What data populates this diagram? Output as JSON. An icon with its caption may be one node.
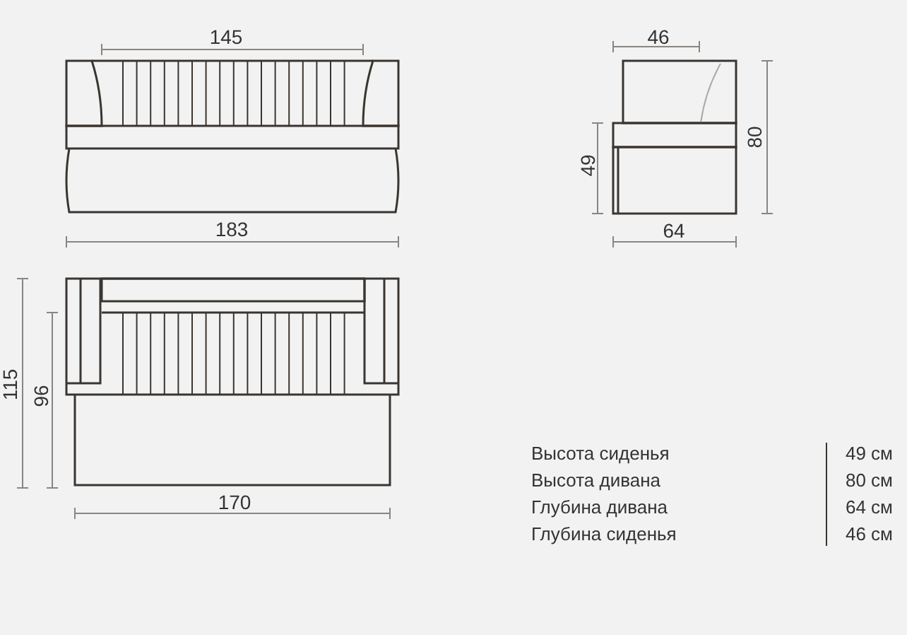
{
  "diagram": {
    "labels": [
      "145",
      "46",
      "80",
      "49",
      "183",
      "64",
      "115",
      "96",
      "170",
      "Высота сиденья",
      "49 см",
      "Высота дивана",
      "80 см",
      "Глубина дивана",
      "64 см",
      "Глубина сиденья",
      "46 см"
    ]
  }
}
